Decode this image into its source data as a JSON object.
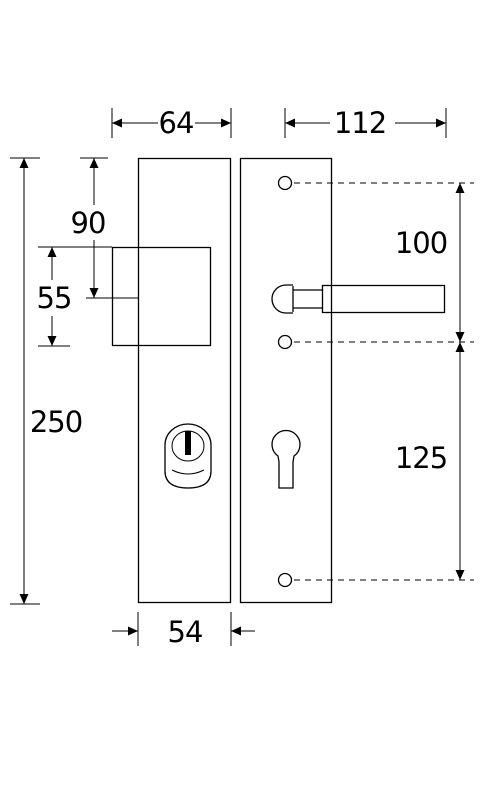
{
  "dimensions": {
    "escutcheon_width": "64",
    "plate_span": "112",
    "knob_top_offset": "90",
    "knob_size": "55",
    "total_height": "250",
    "screw_spacing_upper": "100",
    "screw_spacing_lower": "125",
    "plate_width_bottom": "54"
  }
}
